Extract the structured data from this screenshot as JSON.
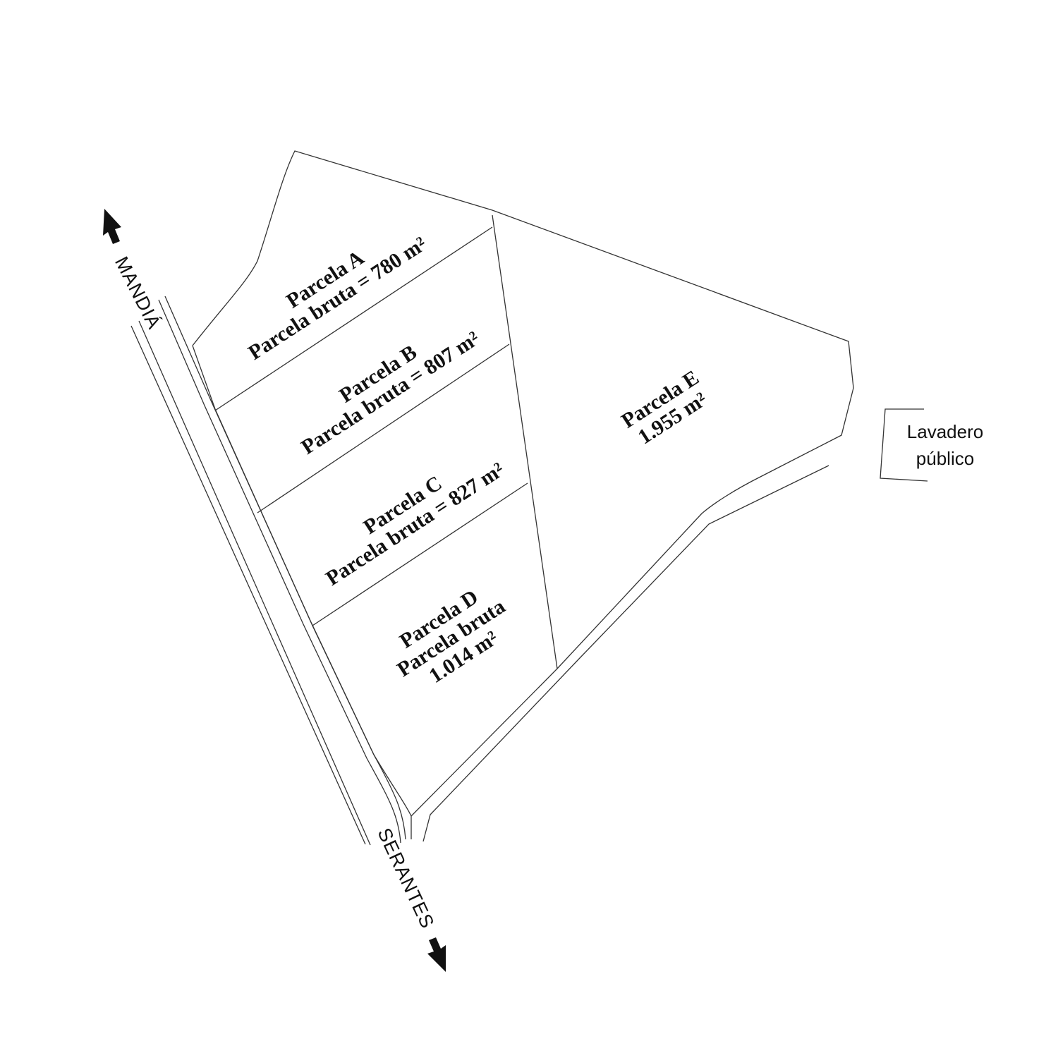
{
  "parcels": {
    "a": {
      "name": "Parcela A",
      "area": "Parcela bruta = 780 m²"
    },
    "b": {
      "name": "Parcela B",
      "area": "Parcela bruta = 807 m²"
    },
    "c": {
      "name": "Parcela C",
      "area": "Parcela bruta = 827 m²"
    },
    "d": {
      "name": "Parcela D",
      "sub": "Parcela bruta",
      "area": "1.014 m²"
    },
    "e": {
      "name": "Parcela E",
      "area": "1.955 m²"
    }
  },
  "roads": {
    "north": "MANDIÁ",
    "south": "SERANTES"
  },
  "landmark": {
    "line1": "Lavadero",
    "line2": "público"
  }
}
